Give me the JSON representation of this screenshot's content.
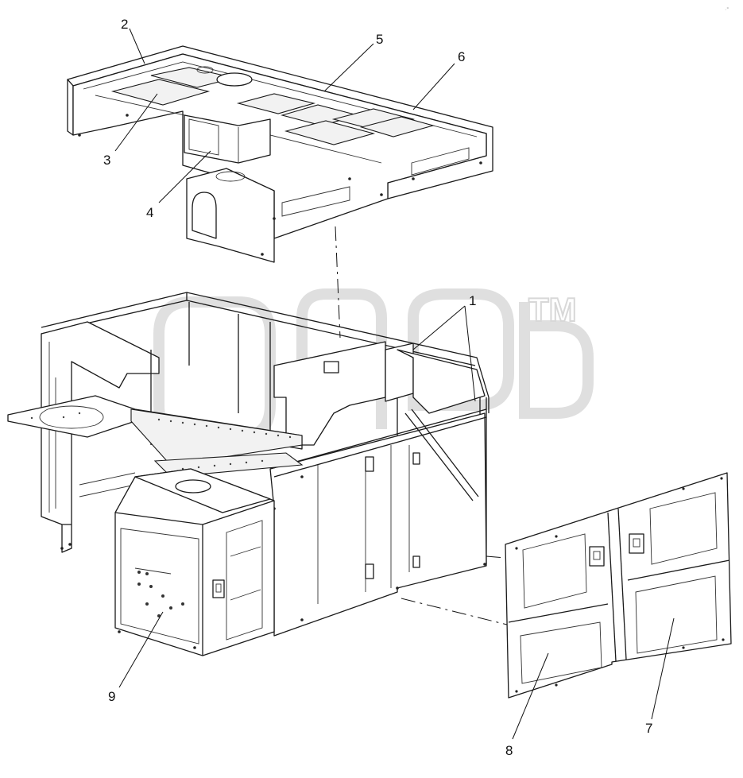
{
  "callouts": {
    "c1": "1",
    "c2": "2",
    "c3": "3",
    "c4": "4",
    "c5": "5",
    "c6": "6",
    "c7": "7",
    "c8": "8",
    "c9": "9"
  },
  "watermark": {
    "tm": "TM"
  },
  "colors": {
    "line": "#1a1a1a",
    "background": "#ffffff",
    "watermark": "#cfcfcf"
  }
}
